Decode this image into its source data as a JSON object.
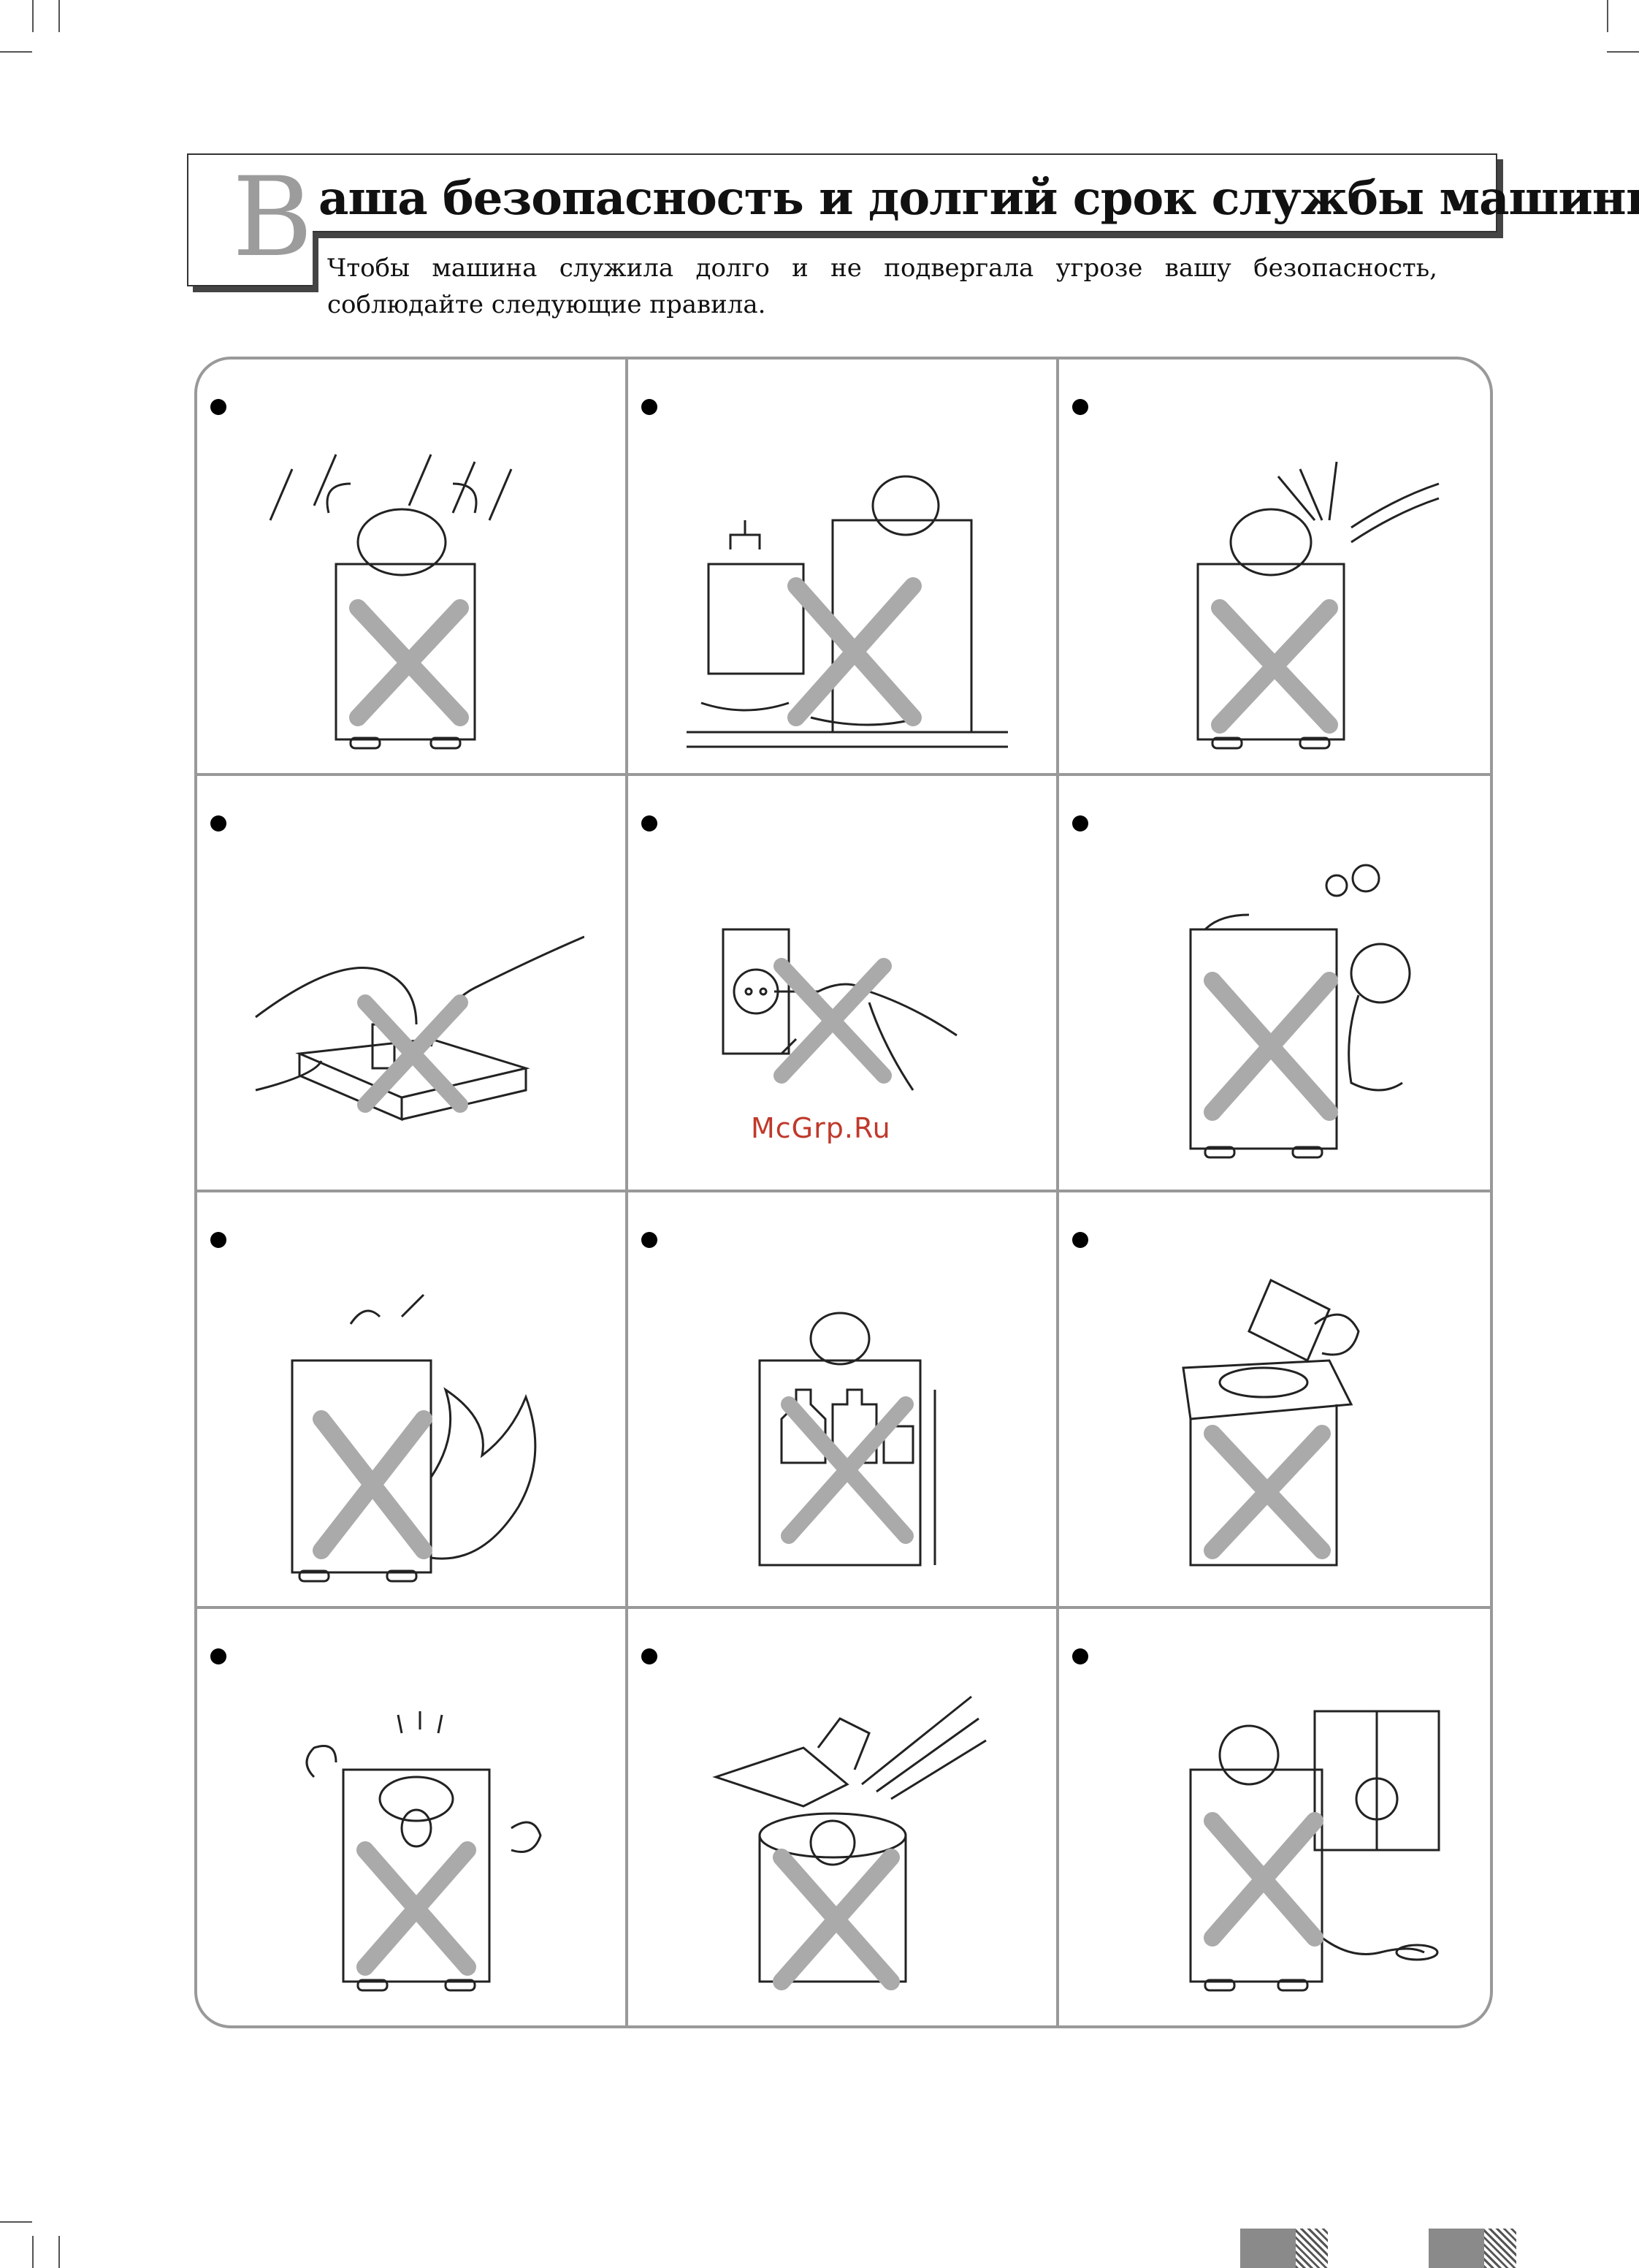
{
  "header": {
    "initial": "В",
    "title": "аша безопасность и долгий срок службы машины",
    "intro": "Чтобы машина служила долго и не подвергала угрозе вашу безопасность,  соблюдайте следующие правила."
  },
  "watermark": "McGrp.Ru",
  "cells": [
    {
      "id": "rain",
      "icon": "rain-icon"
    },
    {
      "id": "bathroom",
      "icon": "bathroom-water-icon"
    },
    {
      "id": "hose-spray",
      "icon": "water-hose-icon"
    },
    {
      "id": "power-strip",
      "icon": "power-strip-icon"
    },
    {
      "id": "wall-outlet",
      "icon": "wall-outlet-icon"
    },
    {
      "id": "child-climbing",
      "icon": "child-climbing-icon"
    },
    {
      "id": "fire",
      "icon": "fire-icon"
    },
    {
      "id": "chemicals",
      "icon": "chemical-bottles-icon"
    },
    {
      "id": "heavy-objects",
      "icon": "heavy-objects-icon"
    },
    {
      "id": "shaking",
      "icon": "shaking-machine-icon"
    },
    {
      "id": "hitting",
      "icon": "hitting-machine-icon"
    },
    {
      "id": "drain-hose",
      "icon": "drain-hose-icon"
    }
  ],
  "colors": {
    "accent_gray": "#9c9c9c",
    "border": "#999999",
    "watermark": "#c0392b"
  }
}
